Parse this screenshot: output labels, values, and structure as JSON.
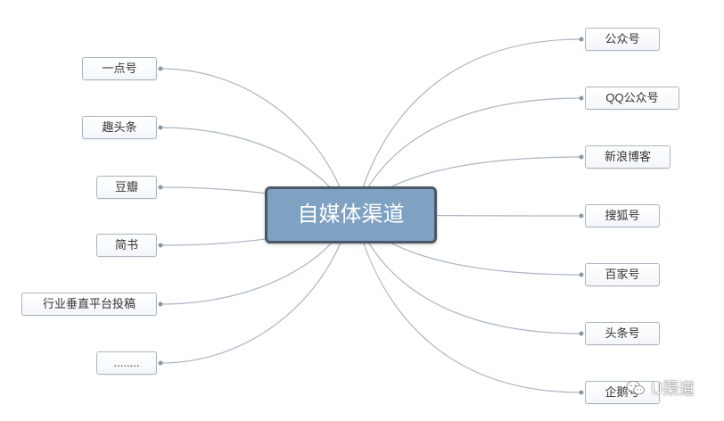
{
  "mindmap": {
    "center": "自媒体渠道",
    "left": [
      "一点号",
      "趣头条",
      "豆瓣",
      "简书",
      "行业垂直平台投稿",
      "........"
    ],
    "right": [
      "公众号",
      "QQ公众号",
      "新浪博客",
      "搜狐号",
      "百家号",
      "头条号",
      "企鹅号"
    ]
  },
  "watermark": {
    "text": "U渠道",
    "icon": "wechat-logo-icon"
  },
  "colors": {
    "center_fill": "#7fa1c2",
    "center_border": "#4b5966",
    "link": "#a9b6c3"
  }
}
